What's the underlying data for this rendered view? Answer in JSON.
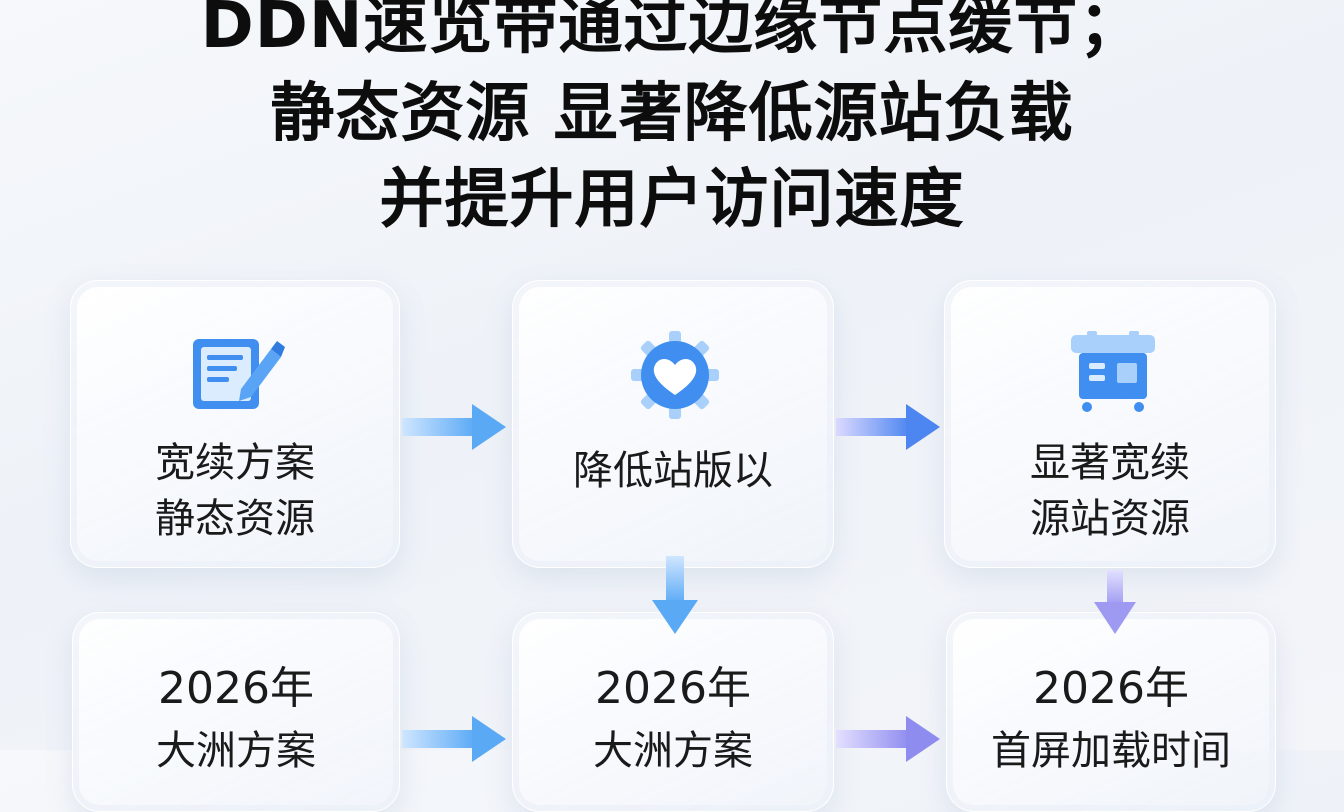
{
  "title": {
    "line1": "DDN速览带通过边缘节点缓节；",
    "line2": "静态资源 显著降低源站负载",
    "line3": "并提升用户访问速度"
  },
  "cards": {
    "card1": {
      "icon": "document-edit-icon",
      "line1": "宽续方案",
      "line2": "静态资源"
    },
    "card2": {
      "icon": "gear-heart-icon",
      "line1": "降低站版以"
    },
    "card3": {
      "icon": "server-rack-icon",
      "line1": "显著宽续",
      "line2": "源站资源"
    },
    "card4": {
      "line1": "2026年",
      "line2": "大洲方案"
    },
    "card5": {
      "line1": "2026年",
      "line2": "大洲方案"
    },
    "card6": {
      "line1": "2026年",
      "line2": "首屏加载时间"
    }
  },
  "colors": {
    "accent_blue": "#3f8ef0",
    "icon_light": "#a8d0fb",
    "arrow_purple": "#8f8cf0"
  }
}
